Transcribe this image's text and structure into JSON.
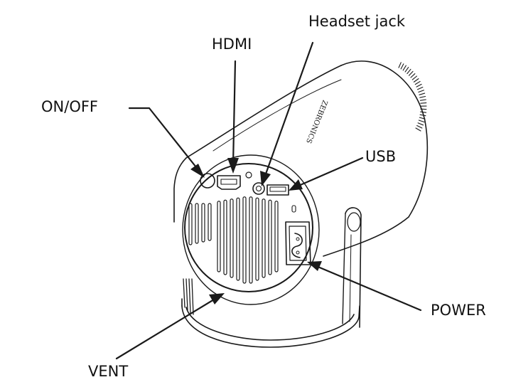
{
  "brand": "ZEBRONICS",
  "labels": {
    "headset_jack": "Headset jack",
    "hdmi": "HDMI",
    "on_off": "ON/OFF",
    "usb": "USB",
    "power": "POWER",
    "vent": "VENT"
  },
  "colors": {
    "line": "#1a1a1a",
    "text": "#111111",
    "background": "#ffffff"
  }
}
